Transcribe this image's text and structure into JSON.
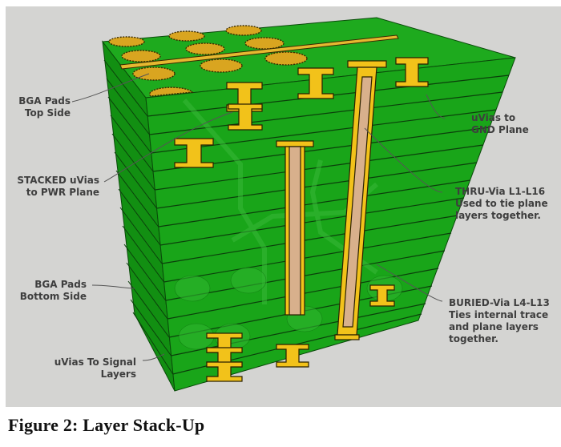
{
  "figure": {
    "caption": "Figure 2: Layer Stack-Up",
    "background_color": "#d4d4d2",
    "board_color": "#17a217",
    "pad_color": "#d4a017",
    "via_color": "#f2c21a",
    "via_fill_color": "#d8b08c"
  },
  "labels": {
    "bga_top": "BGA Pads\nTop Side",
    "stacked_uvias": "STACKED uVias\nto PWR Plane",
    "bga_bottom": "BGA Pads\nBottom Side",
    "uvias_signal": "uVias To Signal\nLayers",
    "uvias_gnd": "uVias to\nGND Plane",
    "thru_via": "THRU-Via L1-L16\nUsed to tie plane\nlayers together.",
    "buried_via": "BURIED-Via L4-L13\nTies internal trace\nand plane layers\ntogether."
  }
}
